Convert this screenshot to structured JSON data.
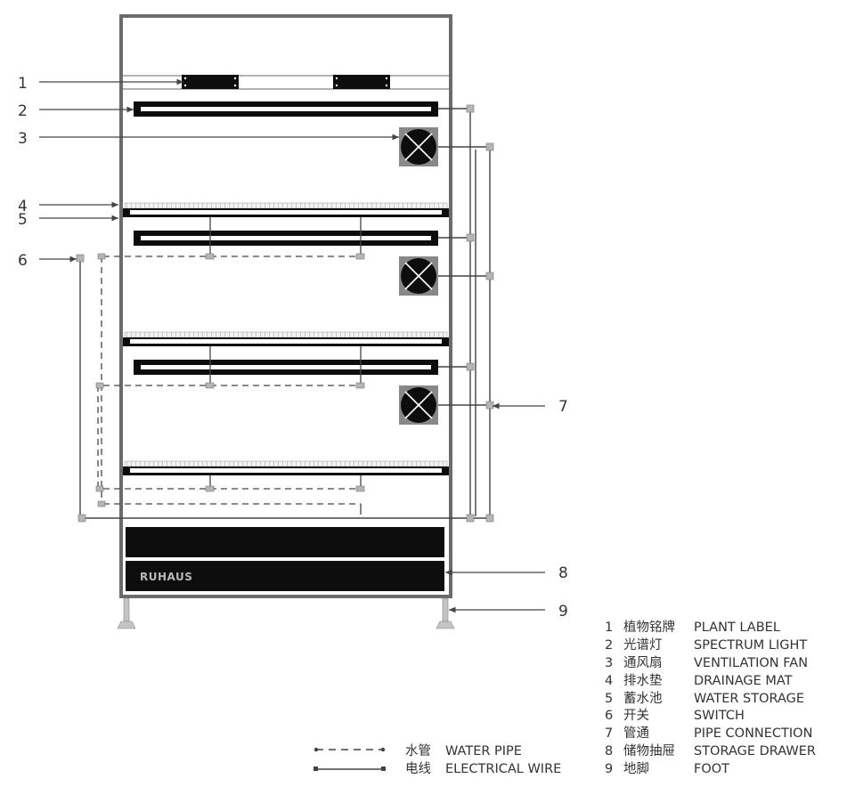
{
  "brand": "RUHAUS",
  "callouts": [
    "1",
    "2",
    "3",
    "4",
    "5",
    "6",
    "7",
    "8",
    "9"
  ],
  "legend": [
    {
      "num": "1",
      "zh": "植物铭牌",
      "en": "PLANT LABEL"
    },
    {
      "num": "2",
      "zh": "光谱灯",
      "en": "SPECTRUM LIGHT"
    },
    {
      "num": "3",
      "zh": "通风扇",
      "en": "VENTILATION FAN"
    },
    {
      "num": "4",
      "zh": "排水垫",
      "en": "DRAINAGE MAT"
    },
    {
      "num": "5",
      "zh": "蓄水池",
      "en": "WATER STORAGE"
    },
    {
      "num": "6",
      "zh": "开关",
      "en": "SWITCH"
    },
    {
      "num": "7",
      "zh": "管通",
      "en": "PIPE CONNECTION"
    },
    {
      "num": "8",
      "zh": "储物抽屉",
      "en": "STORAGE DRAWER"
    },
    {
      "num": "9",
      "zh": "地脚",
      "en": "FOOT"
    }
  ],
  "line_key": [
    {
      "zh": "水管",
      "en": "WATER PIPE"
    },
    {
      "zh": "电线",
      "en": "ELECTRICAL WIRE"
    }
  ],
  "colors": {
    "frame": "#6b6b6b",
    "dark": "#0d0d0d",
    "pipe": "#444444",
    "connector": "#b5b5b5"
  }
}
